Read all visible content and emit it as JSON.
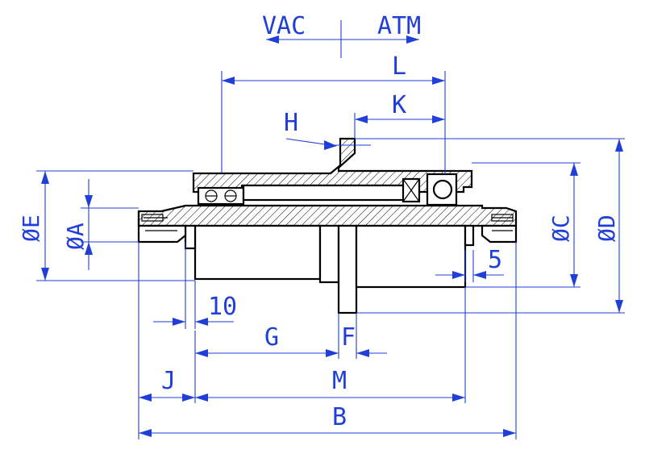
{
  "labels": {
    "vac": "VAC",
    "atm": "ATM",
    "L": "L",
    "K": "K",
    "H": "H",
    "phi_E": "ØE",
    "phi_A": "ØA",
    "phi_C": "ØC",
    "phi_D": "ØD",
    "five": "5",
    "ten": "10",
    "G": "G",
    "F": "F",
    "J": "J",
    "M": "M",
    "B": "B"
  },
  "colors": {
    "dimension": "#1f3fd8",
    "outline": "#000000"
  }
}
